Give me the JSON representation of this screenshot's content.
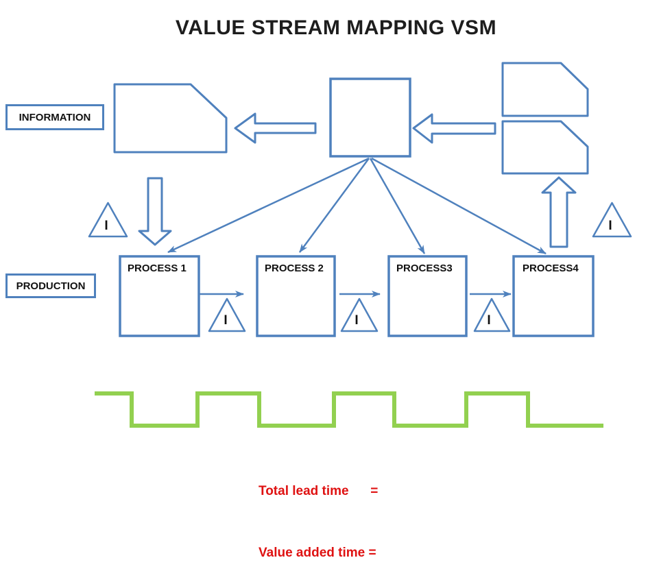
{
  "title": "VALUE STREAM MAPPING VSM",
  "swimlanes": {
    "information_label": "INFORMATION",
    "production_label": "PRODUCTION"
  },
  "processes": [
    {
      "label": "PROCESS 1"
    },
    {
      "label": "PROCESS 2"
    },
    {
      "label": "PROCESS3"
    },
    {
      "label": "PROCESS4"
    }
  ],
  "inventory_marker": "I",
  "footer": {
    "total_lead_time": "Total lead time      =",
    "value_added_time": "Value added time ="
  },
  "colors": {
    "shape_blue": "#4f81bd",
    "timeline_green": "#92d050",
    "text_red": "#df1212",
    "text_black": "#1d1d1d"
  }
}
